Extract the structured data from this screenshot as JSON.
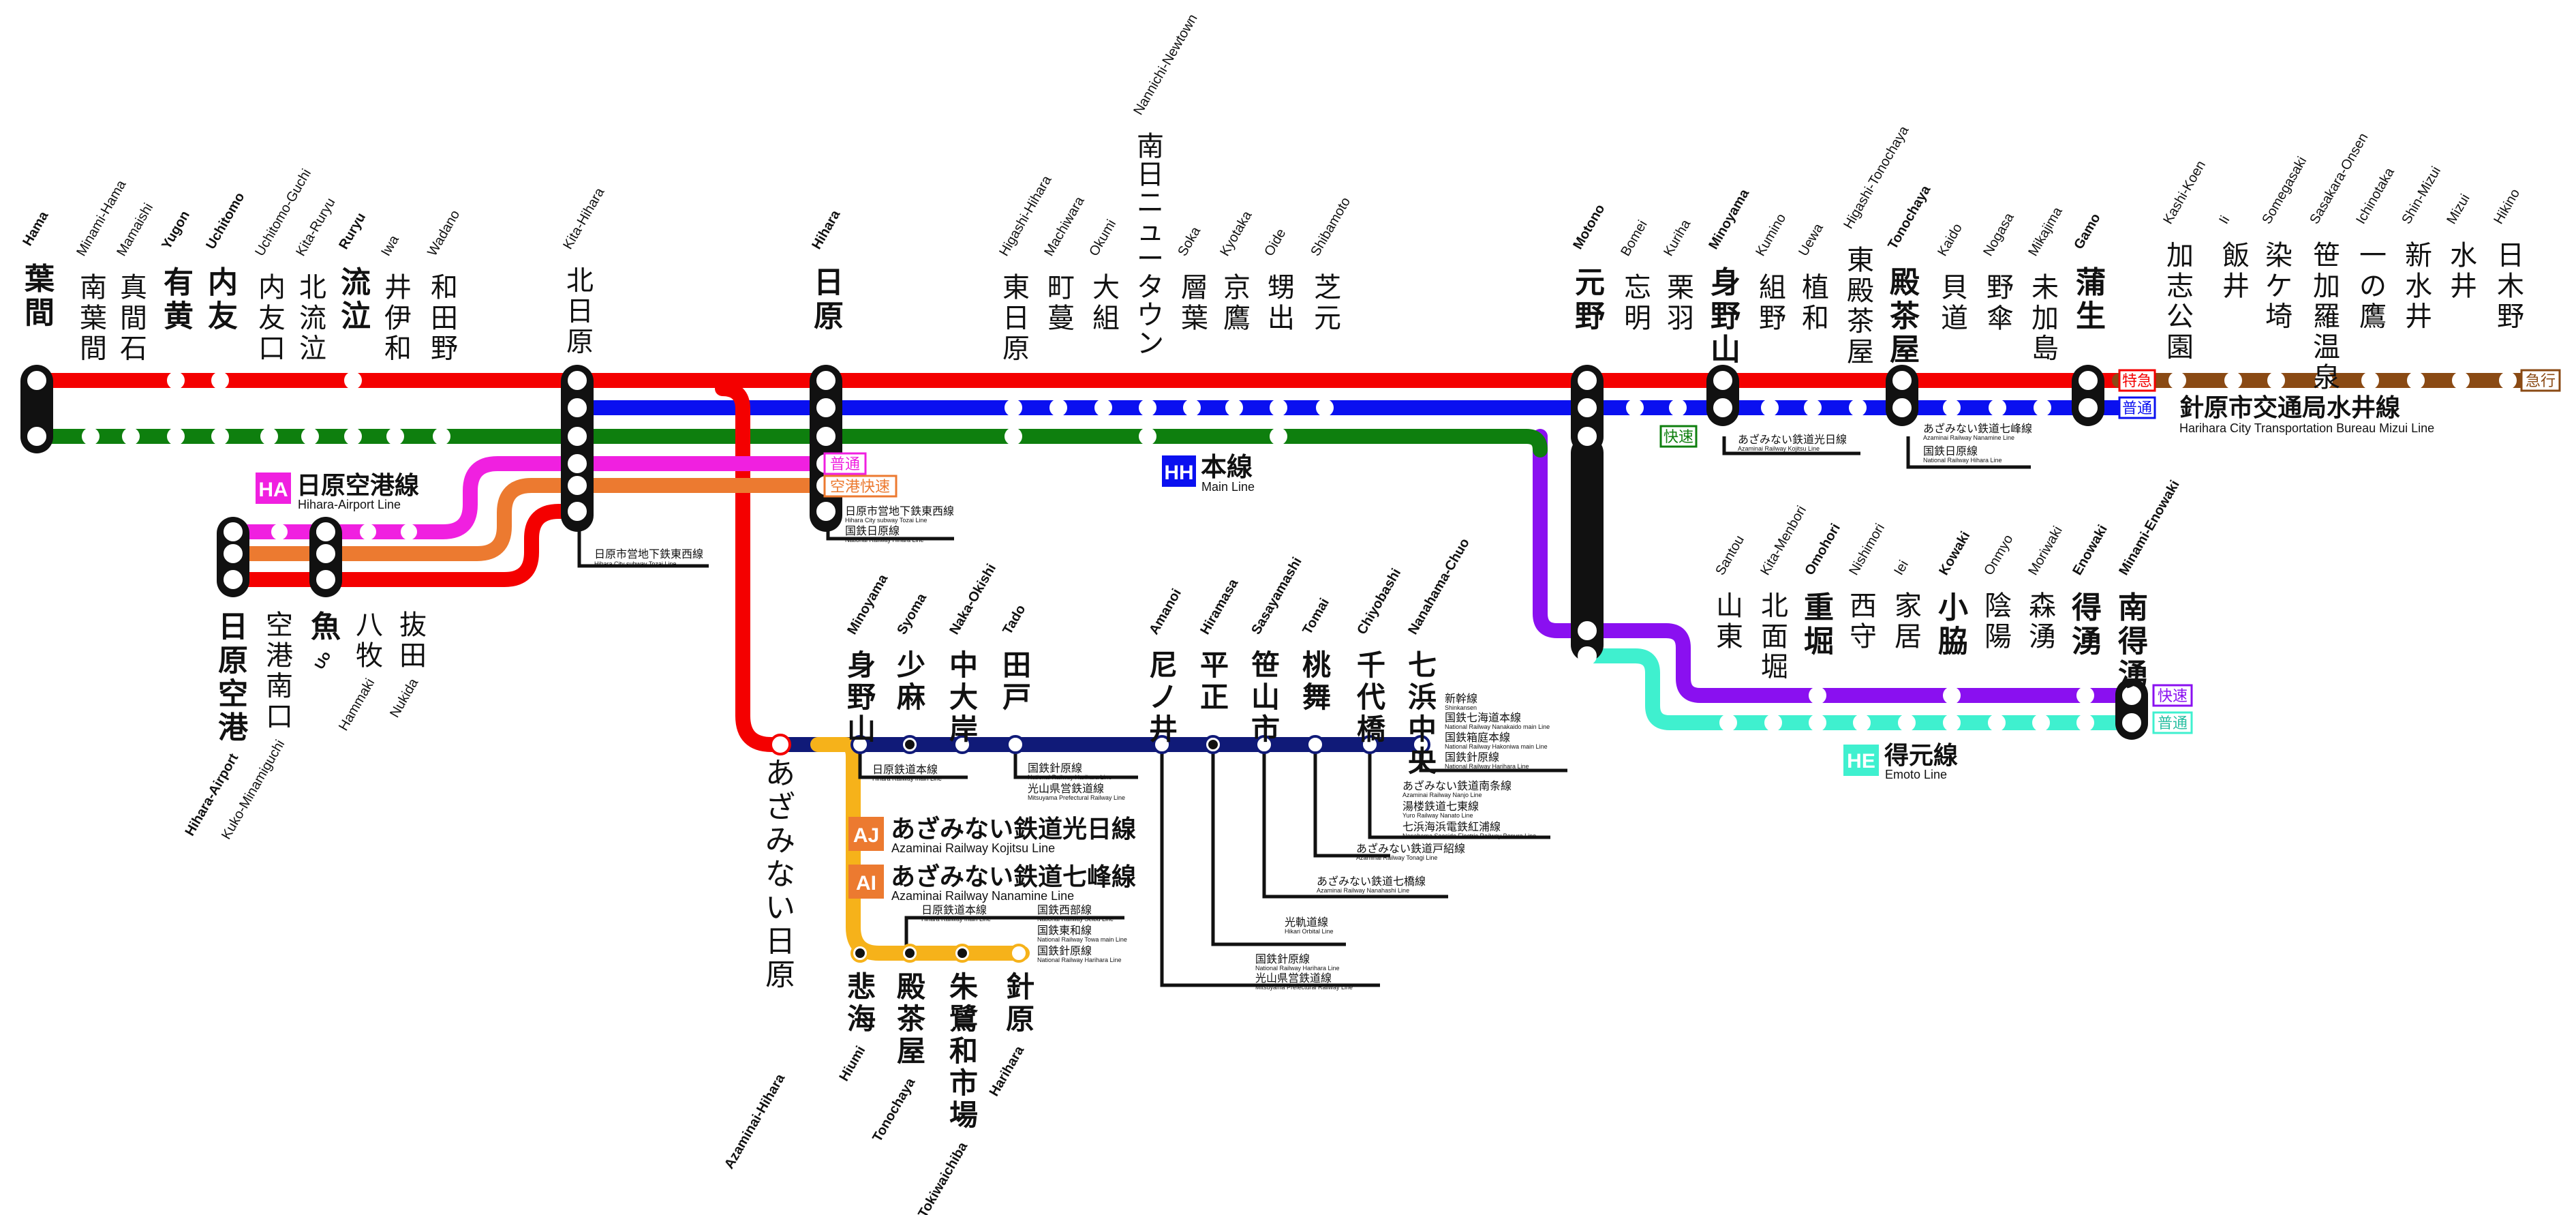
{
  "colors": {
    "main_limited_express": "#f40000",
    "main_local": "#0a10f0",
    "main_rapid": "#0e7f0e",
    "airport": "#f020e0",
    "airport_rapid": "#ec7a30",
    "azamina": "#101a78",
    "azamina_branch": "#f6b21a",
    "emoto_rapid": "#8a10f0",
    "emoto_local": "#3ff0cf",
    "mizui": "#8a4a14",
    "station_box": "#111111"
  },
  "main_line": {
    "badge": "HH",
    "name_jp": "本線",
    "name_en": "Main Line",
    "stations": [
      {
        "jp": "葉間",
        "en": "Hama",
        "major": true
      },
      {
        "jp": "南葉間",
        "en": "Minami-Hama",
        "major": false
      },
      {
        "jp": "真間石",
        "en": "Mamaishi",
        "major": false
      },
      {
        "jp": "有黄",
        "en": "Yugon",
        "major": true
      },
      {
        "jp": "内友",
        "en": "Uchitomo",
        "major": true
      },
      {
        "jp": "内友口",
        "en": "Uchitomo-Guchi",
        "major": false
      },
      {
        "jp": "北流泣",
        "en": "Kita-Ruryu",
        "major": false
      },
      {
        "jp": "流泣",
        "en": "Ruryu",
        "major": true
      },
      {
        "jp": "井伊和",
        "en": "Iwa",
        "major": false
      },
      {
        "jp": "和田野",
        "en": "Wadano",
        "major": false
      },
      {
        "jp": "北日原",
        "en": "Kita-Hihara",
        "major": false
      },
      {
        "jp": "日原",
        "en": "Hihara",
        "major": true
      },
      {
        "jp": "東日原",
        "en": "Higashi-Hihara",
        "major": false
      },
      {
        "jp": "町蔓",
        "en": "Machiwara",
        "major": false
      },
      {
        "jp": "大組",
        "en": "Okumi",
        "major": false
      },
      {
        "jp": "南日ニュータウン",
        "en": "Nannichi-Newtown",
        "major": false
      },
      {
        "jp": "層葉",
        "en": "Soka",
        "major": false
      },
      {
        "jp": "京鷹",
        "en": "Kyotaka",
        "major": false
      },
      {
        "jp": "甥出",
        "en": "Oide",
        "major": false
      },
      {
        "jp": "芝元",
        "en": "Shibamoto",
        "major": false
      },
      {
        "jp": "元野",
        "en": "Motono",
        "major": true
      },
      {
        "jp": "忘明",
        "en": "Bomei",
        "major": false
      },
      {
        "jp": "栗羽",
        "en": "Kuriha",
        "major": false
      },
      {
        "jp": "身野山",
        "en": "Minoyama",
        "major": true
      },
      {
        "jp": "組野",
        "en": "Kumino",
        "major": false
      },
      {
        "jp": "植和",
        "en": "Uewa",
        "major": false
      },
      {
        "jp": "東殿茶屋",
        "en": "Higashi-Tonochaya",
        "major": false
      },
      {
        "jp": "殿茶屋",
        "en": "Tonochaya",
        "major": true
      },
      {
        "jp": "貝道",
        "en": "Kaido",
        "major": false
      },
      {
        "jp": "野傘",
        "en": "Nogasa",
        "major": false
      },
      {
        "jp": "未加島",
        "en": "Mikajima",
        "major": false
      },
      {
        "jp": "蒲生",
        "en": "Gamo",
        "major": true
      }
    ],
    "service_limited": "特急",
    "service_local": "普通",
    "service_rapid": "快速"
  },
  "mizui_line": {
    "name_jp": "針原市交通局水井線",
    "name_en": "Harihara City Transportation Bureau Mizui Line",
    "service": "急行",
    "stations": [
      {
        "jp": "加志公園",
        "en": "Kashi-Koen"
      },
      {
        "jp": "飯井",
        "en": "Ii"
      },
      {
        "jp": "染ケ埼",
        "en": "Somegasaki"
      },
      {
        "jp": "笹加羅温泉",
        "en": "Sasakara-Onsen"
      },
      {
        "jp": "一の鷹",
        "en": "Ichinotaka"
      },
      {
        "jp": "新水井",
        "en": "Shin-Mizui"
      },
      {
        "jp": "水井",
        "en": "Mizui"
      },
      {
        "jp": "日木野",
        "en": "Hikino"
      }
    ]
  },
  "airport_line": {
    "badge": "HA",
    "name_jp": "日原空港線",
    "name_en": "Hihara-Airport Line",
    "service_local": "普通",
    "service_rapid": "空港快速",
    "stations": [
      {
        "jp": "日原空港",
        "en": "Hihara-Airport",
        "major": true
      },
      {
        "jp": "空港南口",
        "en": "Kuko-Minamiguchi",
        "major": false
      },
      {
        "jp": "魚",
        "en": "Uo",
        "major": true
      },
      {
        "jp": "八牧",
        "en": "Hammaki",
        "major": false
      },
      {
        "jp": "抜田",
        "en": "Nukida",
        "major": false
      }
    ]
  },
  "azamina_line": {
    "badge": "AJ",
    "name_jp": "あざみない鉄道光日線",
    "name_en": "Azaminai Railway Kojitsu Line",
    "stations": [
      {
        "jp": "あざみない日原",
        "en": "Azaminai-Hihara"
      },
      {
        "jp": "身野山",
        "en": "Minoyama"
      },
      {
        "jp": "少麻",
        "en": "Syoma"
      },
      {
        "jp": "中大岸",
        "en": "Naka-Okishi"
      },
      {
        "jp": "田戸",
        "en": "Tado"
      },
      {
        "jp": "尼ノ井",
        "en": "Amanoi"
      },
      {
        "jp": "平正",
        "en": "Hiramasa"
      },
      {
        "jp": "笹山市",
        "en": "Sasayamashi"
      },
      {
        "jp": "桃舞",
        "en": "Tomai"
      },
      {
        "jp": "千代橋",
        "en": "Chiyobashi"
      },
      {
        "jp": "七浜中央",
        "en": "Nanahama-Chuo"
      }
    ]
  },
  "nanamine_line": {
    "badge": "AI",
    "name_jp": "あざみない鉄道七峰線",
    "name_en": "Azaminai Railway Nanamine Line",
    "stations": [
      {
        "jp": "悲海",
        "en": "Hiumi"
      },
      {
        "jp": "殿茶屋",
        "en": "Tonochaya"
      },
      {
        "jp": "朱鷺和市場",
        "en": "Tokiwaichiba"
      },
      {
        "jp": "針原",
        "en": "Harihara"
      }
    ]
  },
  "emoto_line": {
    "badge": "HE",
    "name_jp": "得元線",
    "name_en": "Emoto Line",
    "service_rapid": "快速",
    "service_local": "普通",
    "stations": [
      {
        "jp": "山東",
        "en": "Santou"
      },
      {
        "jp": "北面堀",
        "en": "Kita-Menbori"
      },
      {
        "jp": "重堀",
        "en": "Omohori"
      },
      {
        "jp": "西守",
        "en": "Nishimori"
      },
      {
        "jp": "家居",
        "en": "Iei"
      },
      {
        "jp": "小脇",
        "en": "Kowaki"
      },
      {
        "jp": "陰陽",
        "en": "Onmyo"
      },
      {
        "jp": "森湧",
        "en": "Moriwaki"
      },
      {
        "jp": "得湧",
        "en": "Enowaki"
      },
      {
        "jp": "南得湧",
        "en": "Minami-Enowaki"
      }
    ]
  },
  "transfers": {
    "kita_hihara": {
      "jp": "日原市営地下鉄東西線",
      "en": "Hihara City subway Tozai Line"
    },
    "hihara_1": {
      "jp": "日原市営地下鉄東西線",
      "en": "Hihara City subway Tozai Line"
    },
    "hihara_2": {
      "jp": "国鉄日原線",
      "en": "National Railway Hihara Line"
    },
    "minoyama_main": {
      "jp": "あざみない鉄道光日線",
      "en": "Azaminai Railway Kojitsu Line"
    },
    "tonochaya_1": {
      "jp": "あざみない鉄道七峰線",
      "en": "Azaminai Railway Nanamine Line"
    },
    "tonochaya_2": {
      "jp": "国鉄日原線",
      "en": "National Railway Hihara Line"
    },
    "azamina_minoyama": {
      "jp": "日原鉄道本線",
      "en": "Hihara Railway main Line"
    },
    "tado_1": {
      "jp": "国鉄針原線",
      "en": "National Railway Harihara Line"
    },
    "tado_2": {
      "jp": "光山県営鉄道線",
      "en": "Mitsuyama Prefectural Railway Line"
    },
    "amanoi_1": {
      "jp": "国鉄針原線",
      "en": "National Railway Harihara Line"
    },
    "amanoi_2": {
      "jp": "光山県営鉄道線",
      "en": "Mitsuyama Prefectural Railway Line"
    },
    "hiramasa": {
      "jp": "光軌道線",
      "en": "Hikari Orbital Line"
    },
    "sasayamashi": {
      "jp": "あざみない鉄道七橋線",
      "en": "Azaminai Railway Nanahashi Line"
    },
    "tomai": {
      "jp": "あざみない鉄道戸紹線",
      "en": "Azaminai Railway Tonagi Line"
    },
    "chiyobashi_1": {
      "jp": "湯楼鉄道七東線",
      "en": "Yuro Railway Nanato Line"
    },
    "chiyobashi_2": {
      "jp": "七浜海浜電鉄紅浦線",
      "en": "Nanahama Seaside Electric Railway Benura Line"
    },
    "chiyobashi_3": {
      "jp": "あざみない鉄道南条線",
      "en": "Azaminai Railway Nanjo Line"
    },
    "nanahama_1": {
      "jp": "新幹線",
      "en": "Shinkansen"
    },
    "nanahama_2": {
      "jp": "国鉄七海道本線",
      "en": "National Railway Nanakaido main Line"
    },
    "nanahama_3": {
      "jp": "国鉄箱庭本線",
      "en": "National Railway Hakoniwa main Line"
    },
    "nanahama_4": {
      "jp": "国鉄針原線",
      "en": "National Railway Harihara Line"
    },
    "nanamine_1": {
      "jp": "日原鉄道本線",
      "en": "Hihara Railway main Line"
    },
    "nanamine_2": {
      "jp": "国鉄西部線",
      "en": "National Railway Seibu Line"
    },
    "nanamine_3": {
      "jp": "国鉄東和線",
      "en": "National Railway Towa main Line"
    },
    "nanamine_4": {
      "jp": "国鉄針原線",
      "en": "National Railway Harihara Line"
    }
  }
}
